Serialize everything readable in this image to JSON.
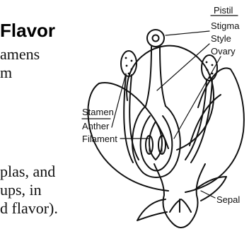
{
  "text": {
    "heading": "Flavor",
    "lines": [
      "amens",
      "m",
      "plas, and",
      "ups, in",
      "d flavor)."
    ]
  },
  "labels": {
    "pistil": "Pistil",
    "stigma": "Stigma",
    "style": "Style",
    "ovary": "Ovary",
    "stamen": "Stamen",
    "anther": "Anther",
    "filament": "Filament",
    "sepal": "Sepal"
  }
}
